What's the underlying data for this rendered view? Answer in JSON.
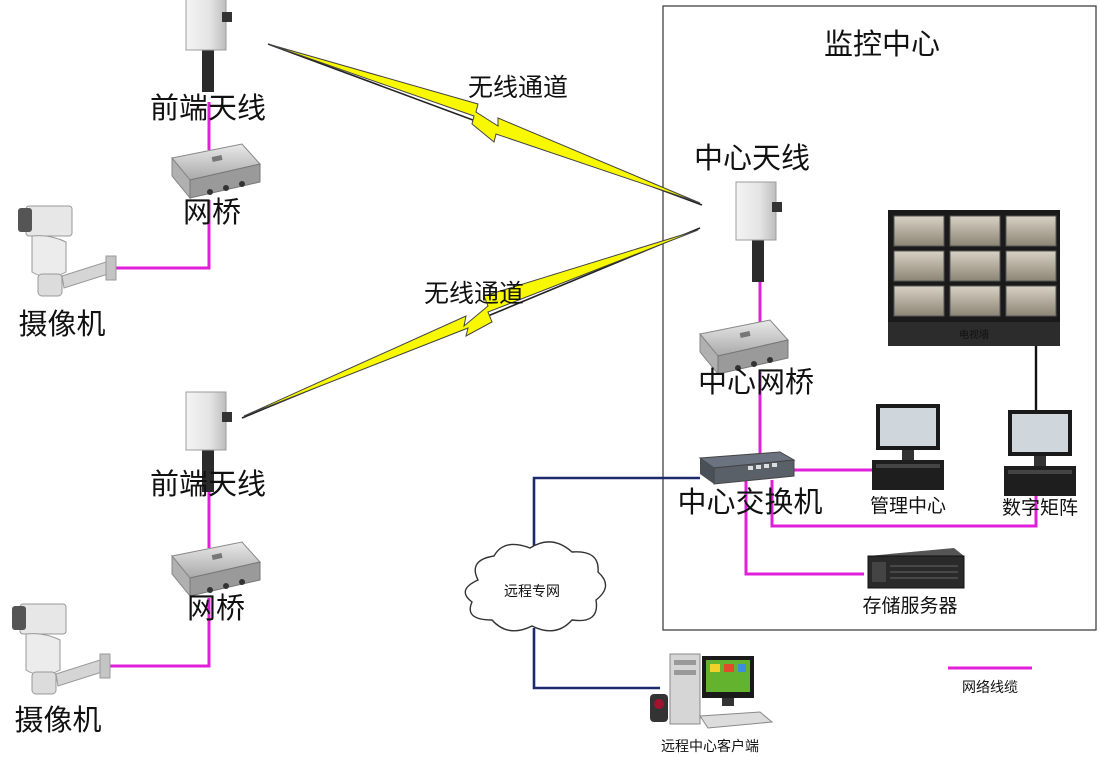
{
  "labels": {
    "monitor_center": "监控中心",
    "center_antenna": "中心天线",
    "center_bridge": "中心网桥",
    "center_switch": "中心交换机",
    "management_center": "管理中心",
    "digital_matrix": "数字矩阵",
    "storage_server": "存储服务器",
    "tv_wall": "电视墙",
    "remote_network": "远程专网",
    "remote_client": "远程中心客户端",
    "front_antenna_top": "前端天线",
    "front_antenna_bottom": "前端天线",
    "bridge_top": "网桥",
    "bridge_bottom": "网桥",
    "camera_top": "摄像机",
    "camera_bottom": "摄像机",
    "wireless_channel_top": "无线通道",
    "wireless_channel_bottom": "无线通道",
    "legend_cable": "网络线缆"
  },
  "colors": {
    "network_cable": "#e020d8",
    "remote_link": "#1a2a6c",
    "wireless_bolt": "#f8f800",
    "matrix_link": "#111111"
  },
  "icons": {
    "antenna": "panel-antenna-icon",
    "bridge": "network-bridge-icon",
    "camera": "ptz-camera-icon",
    "switch": "network-switch-icon",
    "workstation": "workstation-icon",
    "storage": "storage-server-icon",
    "tv_wall": "video-wall-icon",
    "cloud": "cloud-icon",
    "client": "desktop-client-icon"
  }
}
